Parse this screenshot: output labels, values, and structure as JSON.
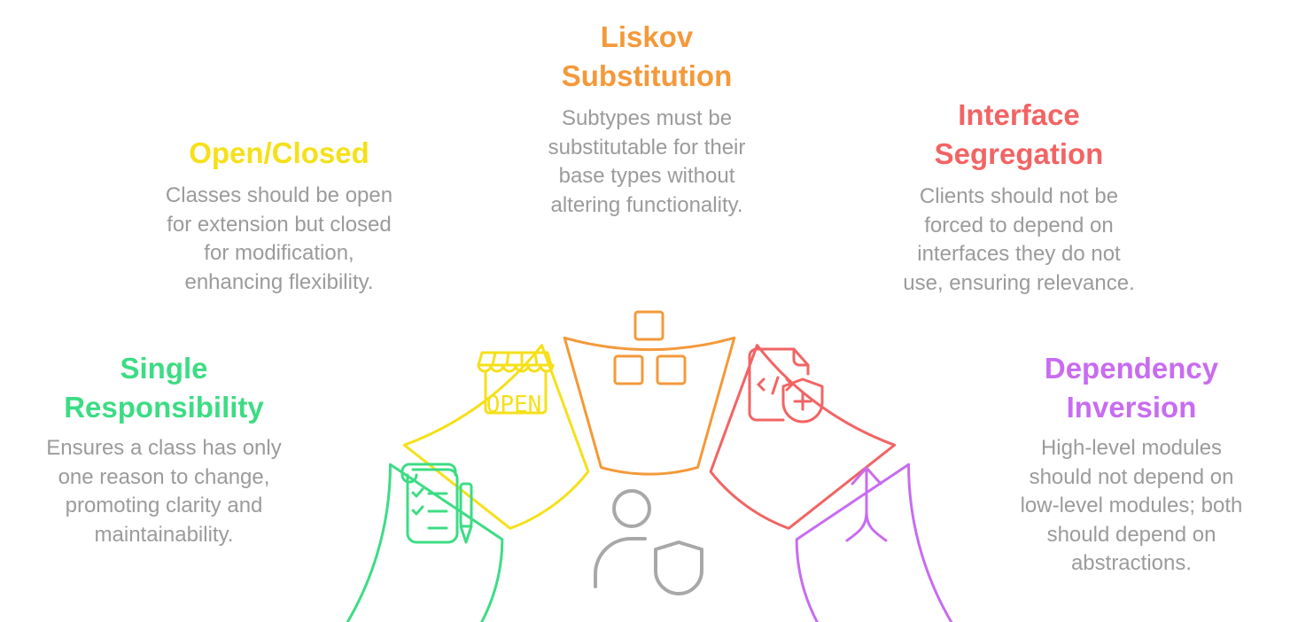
{
  "colors": {
    "single": "#3ddc84",
    "open": "#f5e01a",
    "liskov": "#f4993a",
    "interface": "#f26464",
    "dependency": "#c86cf0",
    "center": "#a8a8a8",
    "description": "#9b9b9b"
  },
  "principles": {
    "single": {
      "title_line1": "Single",
      "title_line2": "Responsibility",
      "desc": [
        "Ensures a class has only",
        "one reason to change,",
        "promoting clarity and",
        "maintainability."
      ],
      "icon": "checklist-pen-icon"
    },
    "open": {
      "title_line1": "Open/Closed",
      "desc": [
        "Classes should be open",
        "for extension but closed",
        "for modification,",
        "enhancing flexibility."
      ],
      "icon": "open-shop-icon",
      "icon_text": "OPEN"
    },
    "liskov": {
      "title_line1": "Liskov",
      "title_line2": "Substitution",
      "desc": [
        "Subtypes must be",
        "substitutable for their",
        "base types without",
        "altering functionality."
      ],
      "icon": "boxes-icon"
    },
    "interface": {
      "title_line1": "Interface",
      "title_line2": "Segregation",
      "desc": [
        "Clients should not be",
        "forced to depend on",
        "interfaces they do not",
        "use, ensuring relevance."
      ],
      "icon": "code-file-shield-icon"
    },
    "dependency": {
      "title_line1": "Dependency",
      "title_line2": "Inversion",
      "desc": [
        "High-level modules",
        "should not depend on",
        "low-level modules; both",
        "should depend on",
        "abstractions."
      ],
      "icon": "merge-arrow-icon"
    }
  },
  "center": {
    "icon": "user-shield-icon"
  }
}
